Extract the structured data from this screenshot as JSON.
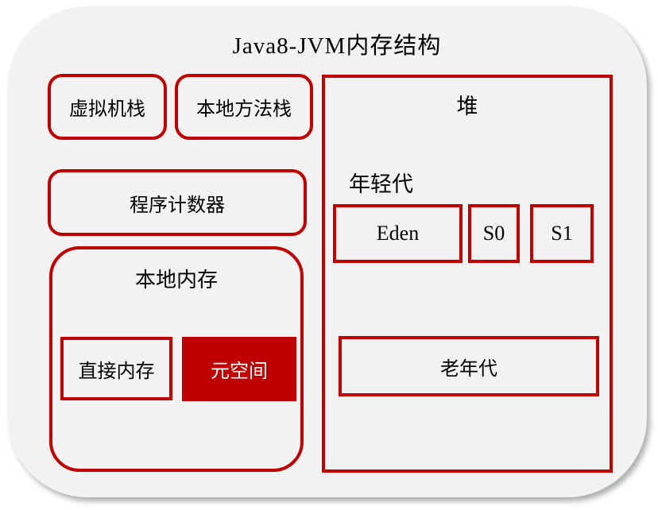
{
  "title": "Java8-JVM内存结构",
  "colors": {
    "accent_red": "#C00000",
    "panel_bg": "#F2F2F2",
    "metaspace_bg": "#C00000",
    "metaspace_text": "#FFFFFF",
    "text": "#000000"
  },
  "boxes": {
    "vm_stack": "虚拟机栈",
    "native_method_stack": "本地方法栈",
    "program_counter": "程序计数器",
    "native_memory": "本地内存",
    "direct_memory": "直接内存",
    "metaspace": "元空间",
    "heap": "堆",
    "young_gen": "年轻代",
    "eden": "Eden",
    "s0": "S0",
    "s1": "S1",
    "old_gen": "老年代"
  }
}
